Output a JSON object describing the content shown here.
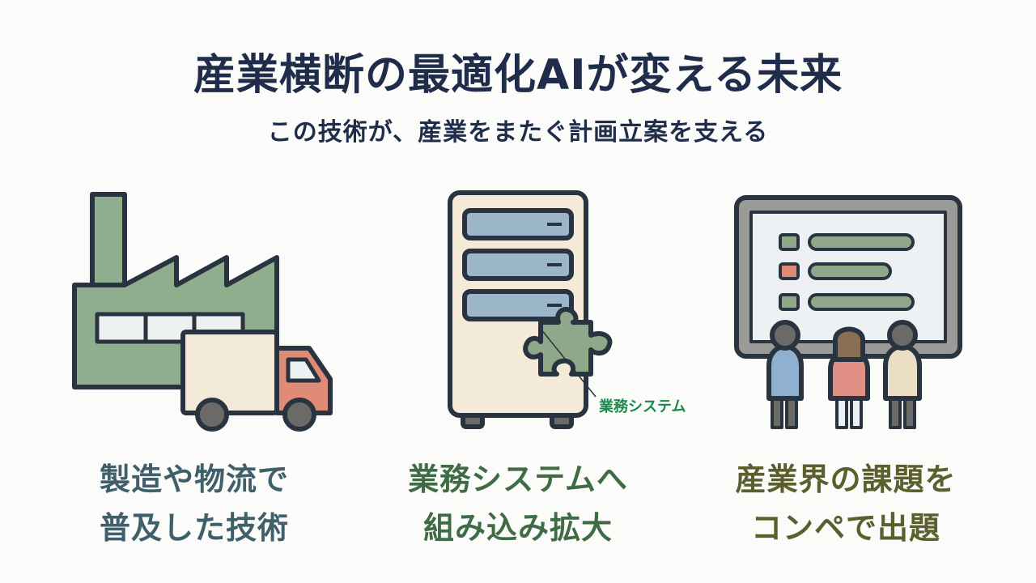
{
  "title": "産業横断の最適化AIが変える未来",
  "subtitle": "この技術が、産業をまたぐ計画立案を支える",
  "panels": [
    {
      "icon": "factory-truck-icon",
      "caption_line1": "製造や物流で",
      "caption_line2": "普及した技術"
    },
    {
      "icon": "server-puzzle-icon",
      "callout": "業務システム",
      "caption_line1": "業務システムへ",
      "caption_line2": "組み込み拡大"
    },
    {
      "icon": "presentation-people-icon",
      "caption_line1": "産業界の課題を",
      "caption_line2": "コンペで出題"
    }
  ],
  "colors": {
    "navy": "#1f2d4a",
    "factory_green": "#8fae8e",
    "truck_red": "#e08a78",
    "cream": "#f3ead8",
    "slate_blue": "#9bb6c9",
    "puzzle_green": "#8ea889",
    "callout_green": "#1a8a4a",
    "person_blue": "#8fb0cf",
    "person_pink": "#e08f85",
    "person_cream": "#eadfc5"
  }
}
